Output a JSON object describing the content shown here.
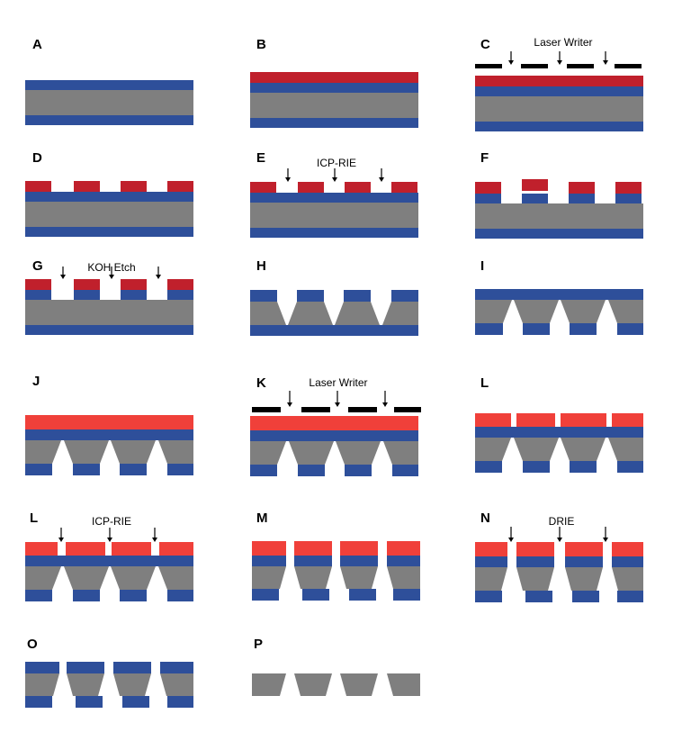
{
  "colors": {
    "silicon": "#7f7f7f",
    "nitride": "#2e4f9a",
    "resist_dark": "#c0202c",
    "resist_bright": "#f0403a",
    "mask": "#000000",
    "background": "#ffffff"
  },
  "steps": [
    {
      "letter": "A",
      "label": ""
    },
    {
      "letter": "B",
      "label": ""
    },
    {
      "letter": "C",
      "label": "Laser Writer"
    },
    {
      "letter": "D",
      "label": ""
    },
    {
      "letter": "E",
      "label": "ICP-RIE"
    },
    {
      "letter": "F",
      "label": ""
    },
    {
      "letter": "G",
      "label": "KOH Etch"
    },
    {
      "letter": "H",
      "label": ""
    },
    {
      "letter": "I",
      "label": ""
    },
    {
      "letter": "J",
      "label": ""
    },
    {
      "letter": "K",
      "label": "Laser Writer"
    },
    {
      "letter": "L",
      "label": ""
    },
    {
      "letter": "L",
      "label": "ICP-RIE"
    },
    {
      "letter": "M",
      "label": ""
    },
    {
      "letter": "N",
      "label": "DRIE"
    },
    {
      "letter": "O",
      "label": ""
    },
    {
      "letter": "P",
      "label": ""
    }
  ]
}
